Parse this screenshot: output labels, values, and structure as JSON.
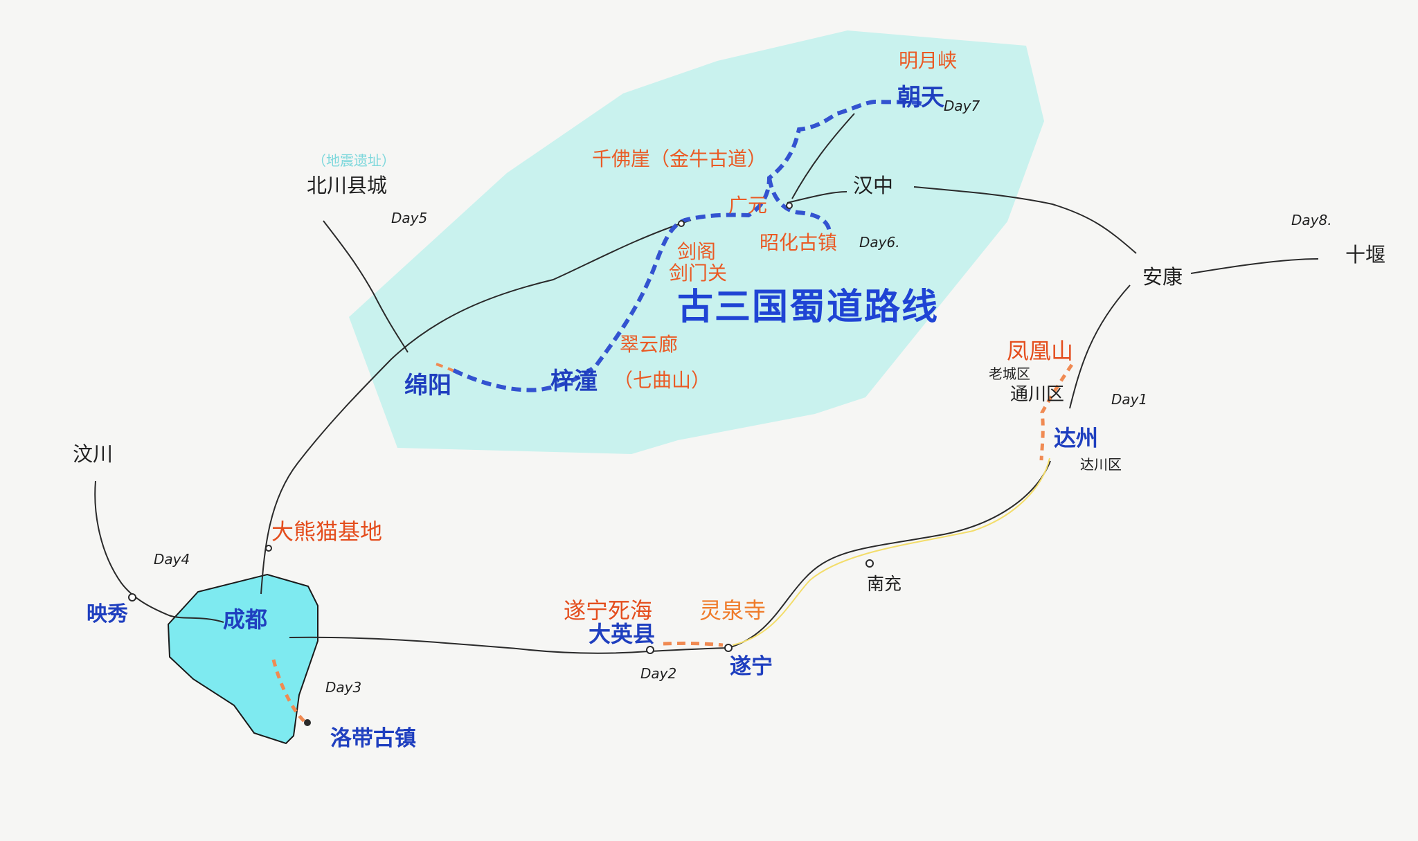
{
  "map": {
    "title": "古三国蜀道路线"
  },
  "labels": {
    "mingyue_xia": "明月峡",
    "chaotian": "朝天",
    "day7": "Day7",
    "qianfo_ya": "千佛崖（金牛古道）",
    "guangyuan": "广元",
    "hanzhong": "汉中",
    "zhaohua": "昭化古镇",
    "day6": "Day6.",
    "jiange_1": "剑阁",
    "jiange_2": "剑门关",
    "cuiyun_lang": "翠云廊",
    "mianyang": "绵阳",
    "zitong": "梓潼",
    "qiqu_shan": "（七曲山）",
    "beichuan_note": "（地震遗址）",
    "beichuan": "北川县城",
    "day5": "Day5",
    "wenchuan": "汶川",
    "day4": "Day4",
    "yingxiu": "映秀",
    "chengdu": "成都",
    "panda_base": "大熊猫基地",
    "day3": "Day3",
    "luodai": "洛带古镇",
    "suining_sihai": "遂宁死海",
    "daying": "大英县",
    "lingquan": "灵泉寺",
    "day2": "Day2",
    "suining": "遂宁",
    "nanchong": "南充",
    "fenghuang": "凤凰山",
    "laochengqu": "老城区",
    "tongchuan": "通川区",
    "day1": "Day1",
    "dazhou": "达州",
    "dachuan": "达川区",
    "ankang": "安康",
    "day8": "Day8.",
    "shiyan": "十堰"
  },
  "colors": {
    "region_fill": "#c9f2ee",
    "chengdu_fill": "#7eeaf0",
    "route_line": "#2a2a2a",
    "shudao_route": "#3353d0",
    "highlight_route": "#f08a52",
    "yellow_route": "#f3dd6a"
  }
}
